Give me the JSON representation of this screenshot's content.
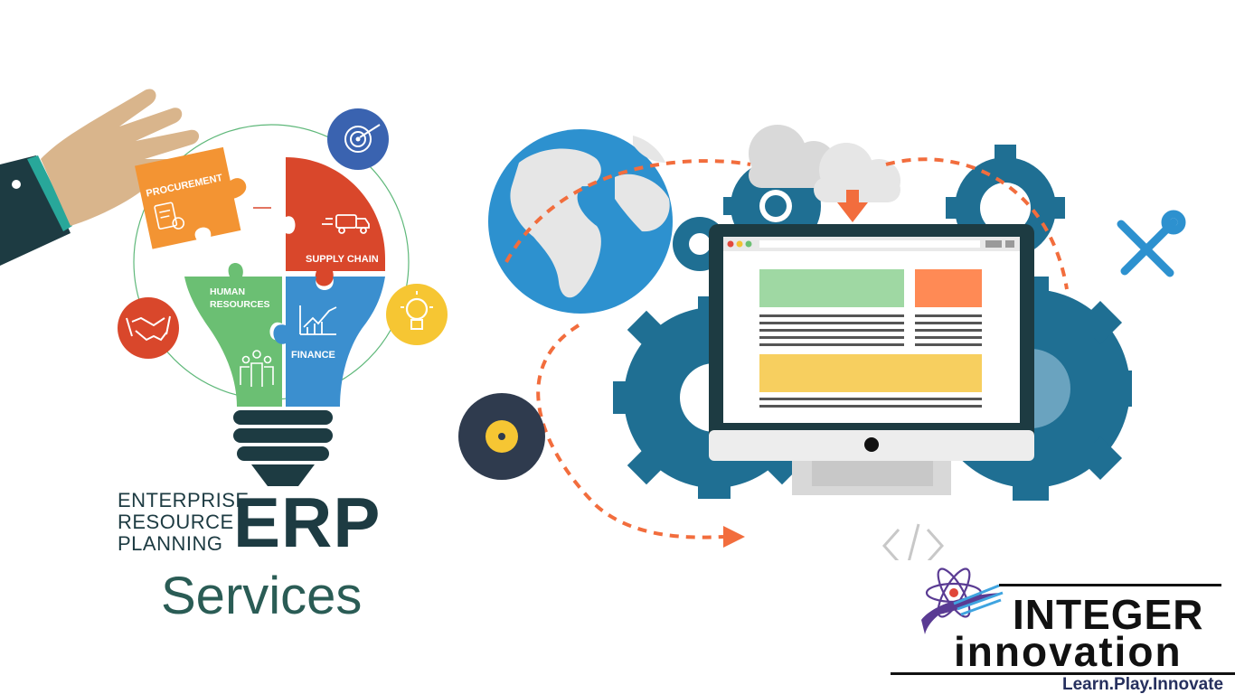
{
  "infographic": {
    "puzzle": {
      "procurement": "PROCUREMENT",
      "supply_chain": "SUPPLY CHAIN",
      "human_resources_1": "HUMAN",
      "human_resources_2": "RESOURCES",
      "finance": "FINANCE"
    },
    "colors": {
      "orange": "#f39433",
      "red": "#d9472b",
      "green": "#6bbf73",
      "blue": "#3b8fcf",
      "dark_teal": "#1d3b42",
      "yellow": "#f6c633",
      "gear_blue": "#1f6f93"
    },
    "icons": [
      "target-icon",
      "handshake-icon",
      "lightbulb-icon",
      "delivery-truck-icon",
      "document-check-icon",
      "people-icon",
      "chart-icon",
      "globe-icon",
      "gear-icon",
      "monitor-icon",
      "cloud-download-icon",
      "tools-icon",
      "code-icon"
    ]
  },
  "title": {
    "line1": "ENTERPRISE",
    "line2": "RESOURCE",
    "line3": "PLANNING",
    "acronym": "ERP",
    "services": "Services"
  },
  "logo": {
    "name_top": "INTEGER",
    "name_bottom": "innovation",
    "tagline": "Learn.Play.Innovate"
  }
}
